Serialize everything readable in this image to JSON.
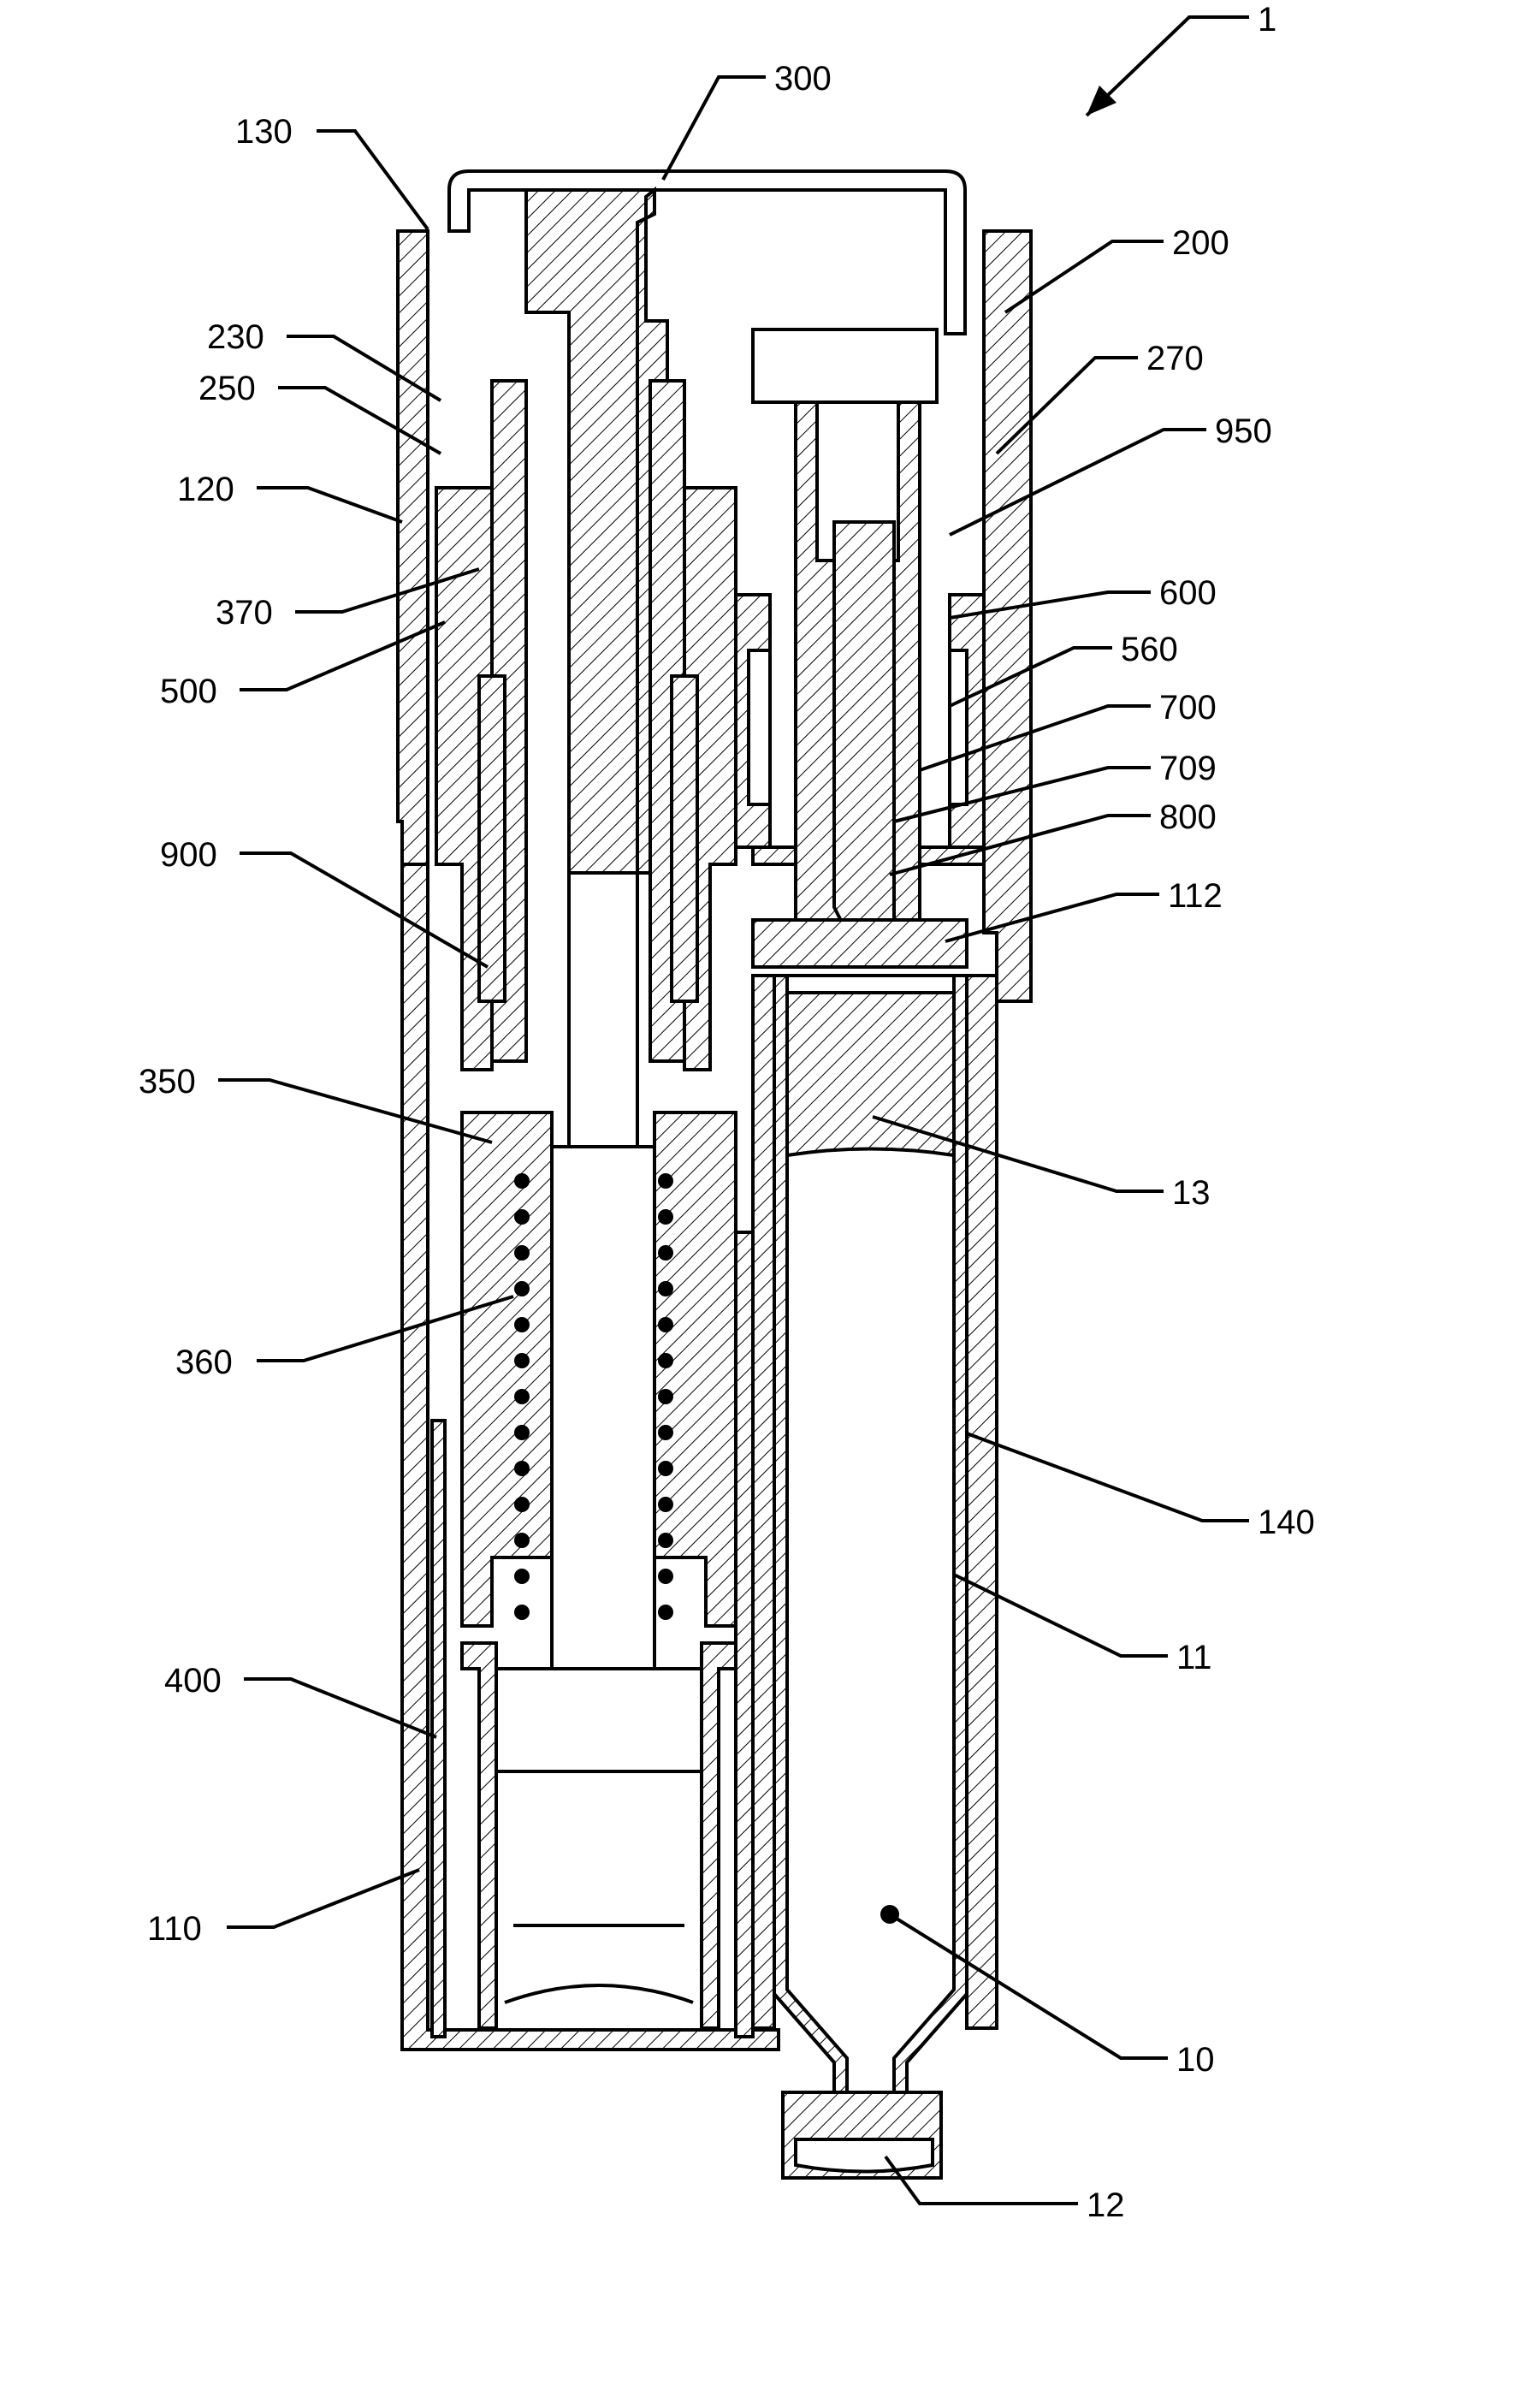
{
  "figure": {
    "labels": {
      "l1": "1",
      "l130": "130",
      "l300": "300",
      "l200": "200",
      "l230": "230",
      "l250": "250",
      "l270": "270",
      "l950": "950",
      "l120": "120",
      "l370": "370",
      "l600": "600",
      "l560": "560",
      "l500": "500",
      "l700": "700",
      "l709": "709",
      "l800": "800",
      "l900": "900",
      "l112": "112",
      "l350": "350",
      "l13": "13",
      "l360": "360",
      "l140": "140",
      "l11": "11",
      "l400": "400",
      "l110": "110",
      "l10": "10",
      "l12": "12"
    }
  }
}
